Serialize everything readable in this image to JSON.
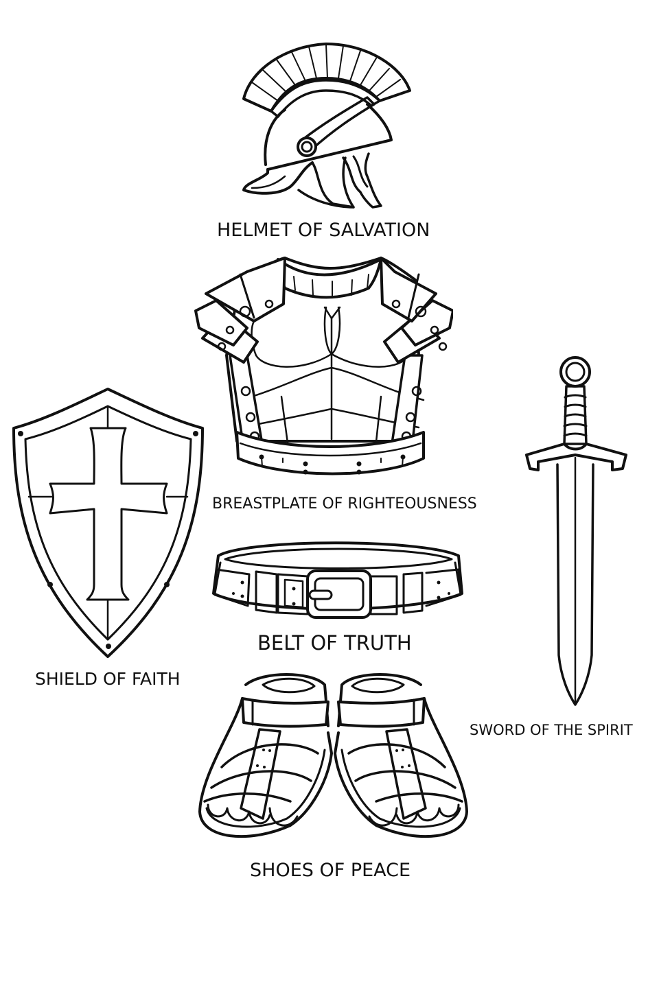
{
  "page": {
    "type": "coloring-sheet",
    "ink_color": "#111111",
    "background_color": "#ffffff"
  },
  "items": {
    "helmet": {
      "label": "HELMET OF SALVATION",
      "icon": "roman-helmet-icon"
    },
    "breastplate": {
      "label": "BREASTPLATE OF RIGHTEOUSNESS",
      "icon": "breastplate-icon"
    },
    "shield": {
      "label": "SHIELD OF FAITH",
      "icon": "cross-shield-icon"
    },
    "belt": {
      "label": "BELT OF TRUTH",
      "icon": "belt-icon"
    },
    "sword": {
      "label": "SWORD OF THE SPIRIT",
      "icon": "sword-icon"
    },
    "shoes": {
      "label": "SHOES OF PEACE",
      "icon": "sandals-icon"
    }
  }
}
